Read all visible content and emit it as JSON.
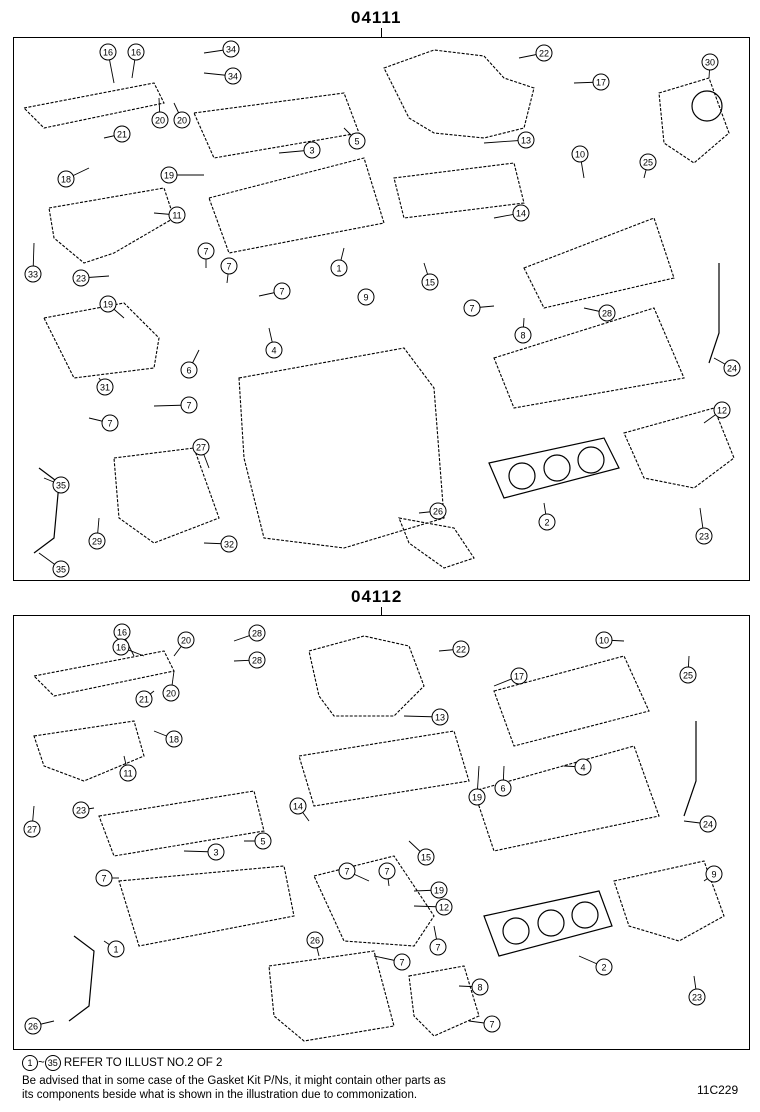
{
  "kits": [
    {
      "part_number": "04111",
      "callouts": [
        "16",
        "16",
        "34",
        "34",
        "22",
        "17",
        "30",
        "20",
        "20",
        "5",
        "3",
        "21",
        "18",
        "19",
        "13",
        "10",
        "25",
        "11",
        "14",
        "33",
        "23",
        "7",
        "7",
        "7",
        "1",
        "15",
        "19",
        "4",
        "9",
        "7",
        "31",
        "6",
        "7",
        "8",
        "28",
        "12",
        "24",
        "7",
        "27",
        "35",
        "2",
        "26",
        "29",
        "23",
        "32",
        "35"
      ]
    },
    {
      "part_number": "04112",
      "callouts": [
        "16",
        "16",
        "20",
        "28",
        "28",
        "22",
        "10",
        "25",
        "17",
        "21",
        "20",
        "18",
        "13",
        "11",
        "4",
        "6",
        "19",
        "24",
        "27",
        "23",
        "5",
        "3",
        "14",
        "15",
        "7",
        "7",
        "19",
        "7",
        "12",
        "7",
        "9",
        "26",
        "1",
        "7",
        "2",
        "8",
        "23",
        "26",
        "7"
      ]
    }
  ],
  "footer": {
    "ref_start": "1",
    "ref_end": "35",
    "ref_text": "REFER TO ILLUST NO.2 OF 2",
    "ref_sep": "~",
    "advice_line1": "Be advised that in some case of the Gasket Kit P/Ns,  it might contain other parts as",
    "advice_line2": "its components beside what is shown in the illustration due to commonization."
  },
  "illustration_code": "11C229"
}
